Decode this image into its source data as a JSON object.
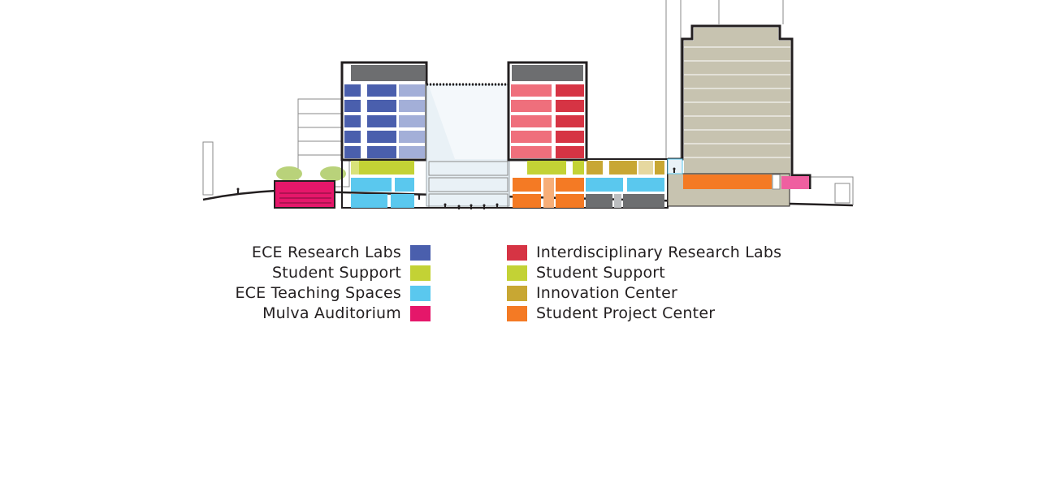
{
  "legend": {
    "left": [
      {
        "label": "ECE Research Labs",
        "color": "#4a5fad"
      },
      {
        "label": "Student Support",
        "color": "#c3d235"
      },
      {
        "label": "ECE Teaching Spaces",
        "color": "#5ac8ee"
      },
      {
        "label": "Mulva Auditorium",
        "color": "#e5176a"
      }
    ],
    "right": [
      {
        "label": "Interdisciplinary Research Labs",
        "color": "#d63444"
      },
      {
        "label": "Student Support",
        "color": "#c3d235"
      },
      {
        "label": "Innovation Center",
        "color": "#c8a733"
      },
      {
        "label": "Student Project Center",
        "color": "#f47a24"
      }
    ]
  }
}
